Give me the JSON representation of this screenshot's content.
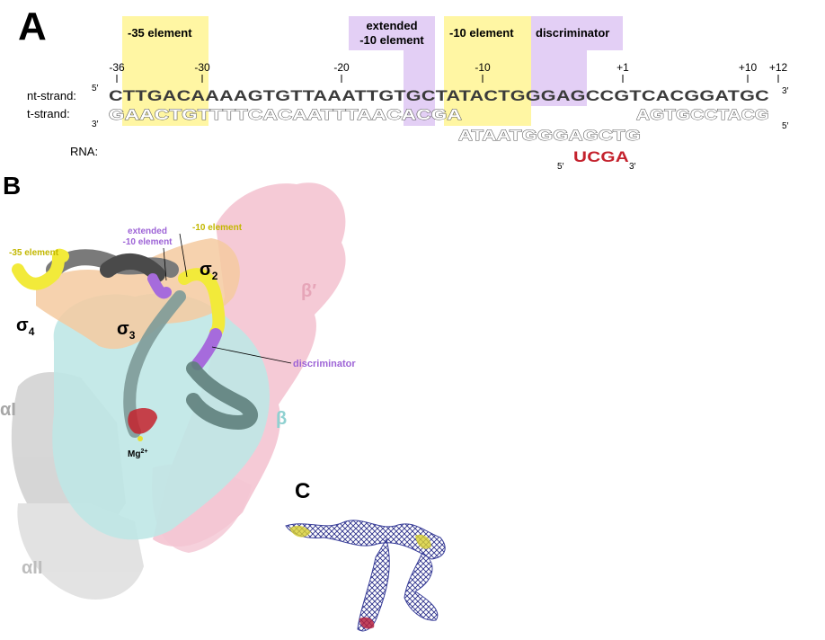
{
  "panels": {
    "a": "A",
    "b": "B",
    "c": "C"
  },
  "colors": {
    "minus35": "#fff6a3",
    "extended": "#e3cff5",
    "minus10": "#fff6a3",
    "discriminator": "#e3cff5",
    "rna": "#c4222d",
    "sigma": "#f5caa0",
    "beta": "#bfe7e5",
    "beta_prime": "#f2b8c8",
    "alpha": "#c9c9c9",
    "purple_text": "#9d63d6",
    "yellow_text": "#c2b700",
    "cyan_text": "#8fd1d1",
    "pink_text": "#e6a5b8"
  },
  "region_labels": {
    "minus35": "-35 element",
    "extended_line1": "extended",
    "extended_line2": "-10 element",
    "minus10": "-10 element",
    "discriminator": "discriminator"
  },
  "positions": {
    "p_36": "-36",
    "p_30": "-30",
    "p_20": "-20",
    "p_10": "-10",
    "p_1": "+1",
    "p_10b": "+10",
    "p_12": "+12"
  },
  "strands": {
    "nt_label": "nt-strand:",
    "t_label": "t-strand:",
    "rna_label": "RNA:",
    "five_prime": "5′",
    "three_prime": "3′",
    "nt_sequence": "CTTGACAAAAGTGTTAAATTGTGCTATACTGGGAGCCGTCACGGATGC",
    "t_sequence_a": "GAACTGTTTTCACAATTTAACACGA",
    "t_sequence_b": "AGTGCCTACG",
    "t_sequence_c": "ATAATGGGAGCTG",
    "rna_sequence": "UCGA"
  },
  "structure_labels": {
    "minus35": "-35 element",
    "extended_line1": "extended",
    "extended_line2": "-10 element",
    "minus10": "-10 element",
    "sigma2": "σ",
    "sigma2_sub": "2",
    "sigma3": "σ",
    "sigma3_sub": "3",
    "sigma4": "σ",
    "sigma4_sub": "4",
    "beta_prime": "β′",
    "beta": "β",
    "alpha1": "αI",
    "alpha2": "αII",
    "discriminator": "discriminator",
    "mg": "Mg",
    "mg_sup": "2+"
  }
}
